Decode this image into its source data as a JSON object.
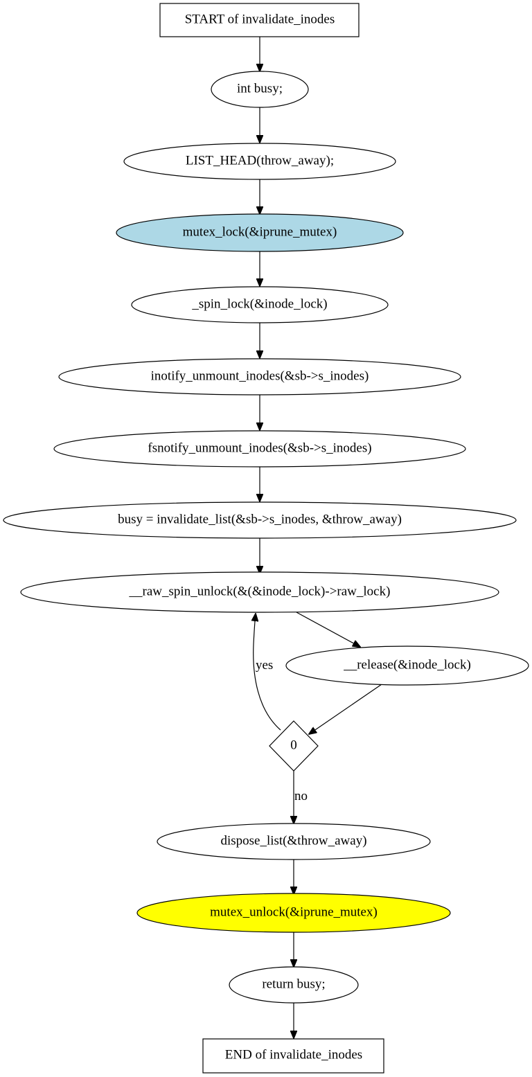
{
  "flowchart": {
    "nodes": {
      "start": {
        "label": "START of invalidate_inodes",
        "shape": "box"
      },
      "n1": {
        "label": "int busy;",
        "shape": "ellipse"
      },
      "n2": {
        "label": "LIST_HEAD(throw_away);",
        "shape": "ellipse"
      },
      "n3": {
        "label": "mutex_lock(&iprune_mutex)",
        "shape": "ellipse",
        "fill": "#add8e6"
      },
      "n4": {
        "label": "_spin_lock(&inode_lock)",
        "shape": "ellipse"
      },
      "n5": {
        "label": "inotify_unmount_inodes(&sb->s_inodes)",
        "shape": "ellipse"
      },
      "n6": {
        "label": "fsnotify_unmount_inodes(&sb->s_inodes)",
        "shape": "ellipse"
      },
      "n7": {
        "label": "busy = invalidate_list(&sb->s_inodes, &throw_away)",
        "shape": "ellipse"
      },
      "n8": {
        "label": "__raw_spin_unlock(&(&inode_lock)->raw_lock)",
        "shape": "ellipse"
      },
      "n9": {
        "label": "__release(&inode_lock)",
        "shape": "ellipse"
      },
      "d0": {
        "label": "0",
        "shape": "diamond"
      },
      "n10": {
        "label": "dispose_list(&throw_away)",
        "shape": "ellipse"
      },
      "n11": {
        "label": "mutex_unlock(&iprune_mutex)",
        "shape": "ellipse",
        "fill": "#ffff00"
      },
      "n12": {
        "label": "return busy;",
        "shape": "ellipse"
      },
      "end": {
        "label": "END of invalidate_inodes",
        "shape": "box"
      }
    },
    "edges": {
      "yes": "yes",
      "no": "no"
    }
  }
}
